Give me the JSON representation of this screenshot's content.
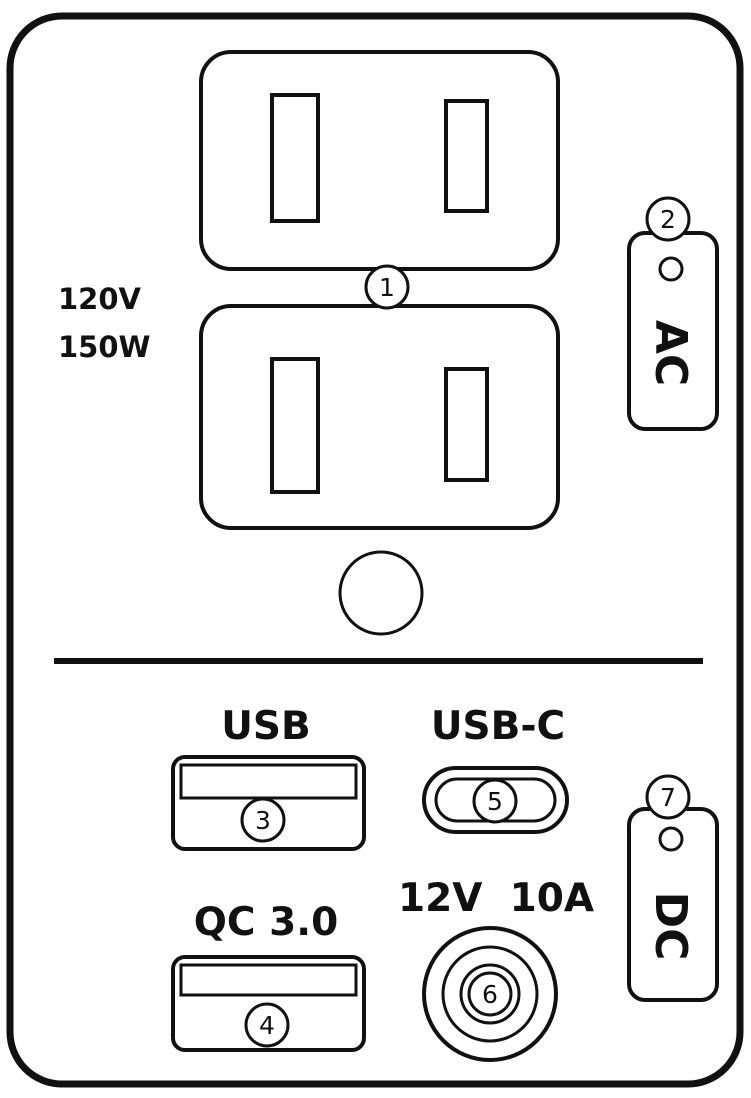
{
  "labels": {
    "ac_voltage": "120V",
    "ac_wattage": "150W",
    "ac_button": "AC",
    "usb": "USB",
    "usb_c": "USB-C",
    "qc": "QC 3.0",
    "dc_rating": "12V  10A",
    "dc_button": "DC"
  },
  "callouts": {
    "ac_outlets": "1",
    "ac_button": "2",
    "usb_port": "3",
    "qc_port": "4",
    "usb_c_port": "5",
    "dc_port": "6",
    "dc_button": "7"
  },
  "icons": {
    "ac_outlet": "outlet-icon",
    "usb": "usb-a-port-icon",
    "usb_c": "usb-c-port-icon",
    "dc": "dc-barrel-port-icon",
    "indicator": "led-indicator-icon"
  },
  "colors": {
    "ink": "#111111",
    "background": "#ffffff"
  }
}
